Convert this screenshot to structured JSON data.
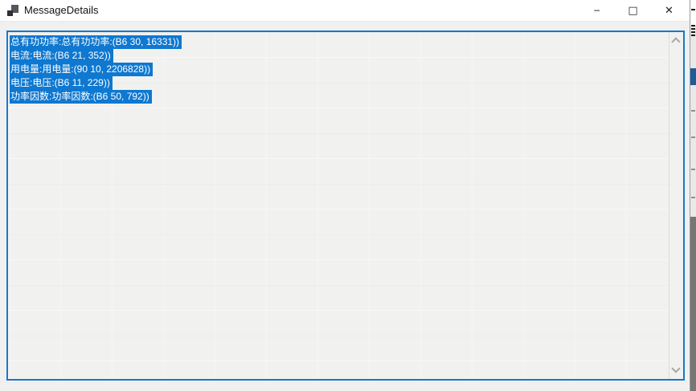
{
  "window": {
    "title": "MessageDetails",
    "controls": {
      "minimize": "─",
      "maximize": "□",
      "close": "✕"
    },
    "icons": {
      "app-icon": "two-overlapping-squares-default-app-icon",
      "minimize-icon": "─",
      "maximize-icon": "□",
      "close-icon": "✕",
      "scroll-up-icon": "chevron-up",
      "scroll-down-icon": "chevron-down"
    }
  },
  "message_list": {
    "items": [
      {
        "text": "总有功功率:总有功功率:(B6 30, 16331))",
        "selected": true
      },
      {
        "text": "电流:电流:(B6 21, 352))",
        "selected": true
      },
      {
        "text": "用电量:用电量:(90 10, 2206828))",
        "selected": true
      },
      {
        "text": "电压:电压:(B6 11, 229))",
        "selected": true
      },
      {
        "text": "功率因数:功率因数:(B6 50, 792))",
        "selected": true
      }
    ]
  },
  "colors": {
    "titlebar_bg": "#ffffff",
    "window_bg": "#f0f0f0",
    "panel_border": "#1878c8",
    "panel_bg": "#f1f2f0",
    "selection_bg": "#0f78d0",
    "selection_text": "#ffffff",
    "scrollbar_arrow": "#a7a7a7",
    "background_window_marker_blue": "#1b5e98"
  }
}
